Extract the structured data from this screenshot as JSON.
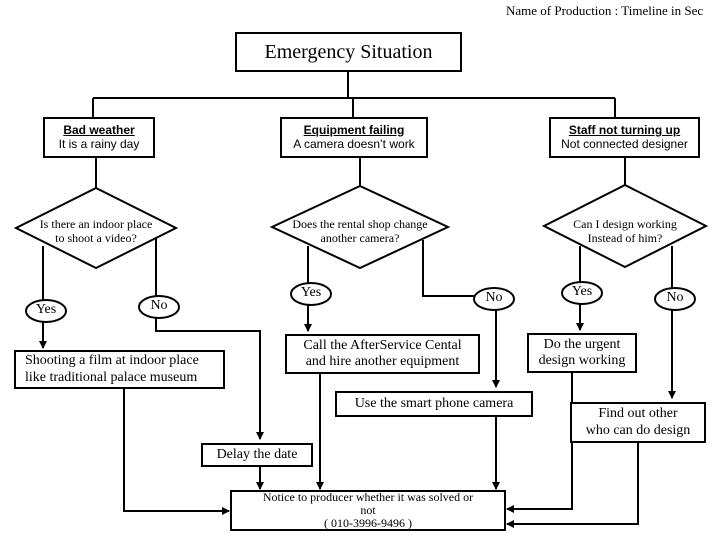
{
  "header_note": "Name of Production : Timeline in Sec",
  "title": "Emergency Situation",
  "categories": [
    {
      "name": "Bad weather ",
      "desc": "It is a rainy day"
    },
    {
      "name": "Equipment failing ",
      "desc": "A camera doesn’t work"
    },
    {
      "name": "Staff not turning up",
      "desc": "Not connected designer"
    }
  ],
  "questions": [
    {
      "line1": "Is there an indoor place",
      "line2": "to shoot a video?"
    },
    {
      "line1": "Does the rental shop change",
      "line2": "another camera?"
    },
    {
      "line1": "Can I design working",
      "line2": "Instead of him?"
    }
  ],
  "labels": {
    "yes": "Yes",
    "no": "No"
  },
  "actions": {
    "indoor_line1": "Shooting a film at indoor place",
    "indoor_line2": "like traditional palace museum",
    "delay": "Delay the date",
    "afterservice_line1": "Call the AfterService Cental",
    "afterservice_line2": "and hire another equipment",
    "smartphone": "Use the smart phone camera",
    "urgent_line1": "Do the urgent",
    "urgent_line2": "design working",
    "findother_line1": "Find out other",
    "findother_line2": "who can do design"
  },
  "notice": {
    "line1": "Notice to producer whether it was solved or",
    "line2": "not",
    "line3": "( 010-3996-9496 )"
  }
}
